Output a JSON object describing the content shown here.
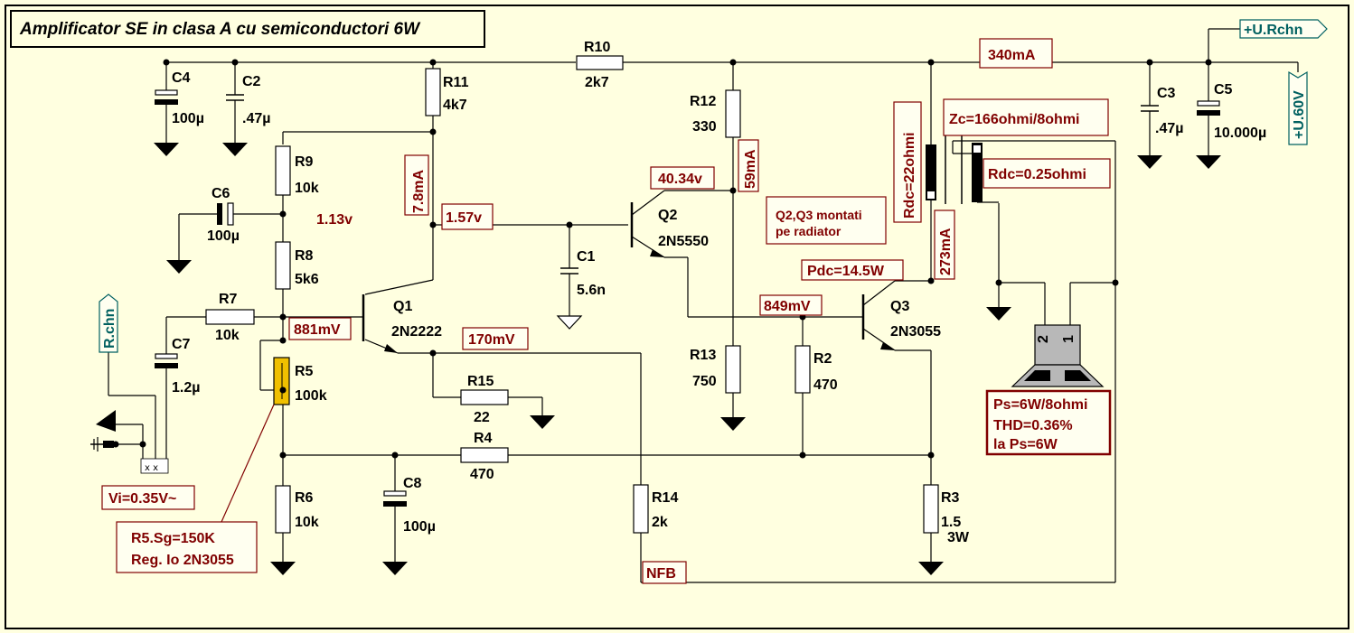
{
  "title": "Amplificator SE in clasa A cu semiconductori 6W",
  "components": {
    "C4": {
      "name": "C4",
      "value": "100µ"
    },
    "C2": {
      "name": "C2",
      "value": ".47µ"
    },
    "R11": {
      "name": "R11",
      "value": "4k7"
    },
    "R10": {
      "name": "R10",
      "value": "2k7"
    },
    "R12": {
      "name": "R12",
      "value": "330"
    },
    "R9": {
      "name": "R9",
      "value": "10k"
    },
    "C6": {
      "name": "C6",
      "value": "100µ"
    },
    "R8": {
      "name": "R8",
      "value": "5k6"
    },
    "R7": {
      "name": "R7",
      "value": "10k"
    },
    "C7": {
      "name": "C7",
      "value": "1.2µ"
    },
    "R5": {
      "name": "R5",
      "value": "100k"
    },
    "R6": {
      "name": "R6",
      "value": "10k"
    },
    "C8": {
      "name": "C8",
      "value": "100µ"
    },
    "R4": {
      "name": "R4",
      "value": "470"
    },
    "R15": {
      "name": "R15",
      "value": "22"
    },
    "R14": {
      "name": "R14",
      "value": "2k"
    },
    "C1": {
      "name": "C1",
      "value": "5.6n"
    },
    "R13": {
      "name": "R13",
      "value": "750"
    },
    "R2": {
      "name": "R2",
      "value": "470"
    },
    "R3": {
      "name": "R3",
      "value": "1.5",
      "power": "3W"
    },
    "C3": {
      "name": "C3",
      "value": ".47µ"
    },
    "C5": {
      "name": "C5",
      "value": "10.000µ"
    },
    "Q1": {
      "name": "Q1",
      "type": "2N2222"
    },
    "Q2": {
      "name": "Q2",
      "type": "2N5550"
    },
    "Q3": {
      "name": "Q3",
      "type": "2N3055"
    }
  },
  "annotations": {
    "i_total": "340mA",
    "i_r11": "7.8mA",
    "v_q2b": "1.57v",
    "v_r9": "1.13v",
    "v_q2c": "40.34v",
    "i_r12": "59mA",
    "v_q1b": "881mV",
    "v_q1e": "170mV",
    "v_q3b": "849mV",
    "pdc": "Pdc=14.5W",
    "i_q3": "273mA",
    "heatsink_line1": "Q2,Q3  montati",
    "heatsink_line2": "pe radiator",
    "zc": "Zc=166ohmi/8ohmi",
    "rdc_primary": "Rdc=22ohmi",
    "rdc_secondary": "Rdc=0.25ohmi",
    "vi": "Vi=0.35V~",
    "r5_line1": "R5.Sg=150K",
    "r5_line2": "Reg. Io 2N3055",
    "nfb": "NFB",
    "ps_line1": "Ps=6W/8ohmi",
    "ps_line2": "THD=0.36%",
    "ps_line3": "la Ps=6W"
  },
  "ports": {
    "rchn_top": "+U.Rchn",
    "u60": "+U.60V",
    "rchn_in": "R.chn"
  },
  "speaker_pins": {
    "p2": "2",
    "p1": "1"
  },
  "colors": {
    "background": "#ffffe0",
    "wire": "#000000",
    "annotation": "#800000",
    "port": "#006060",
    "potentiometer": "#f0c000"
  }
}
